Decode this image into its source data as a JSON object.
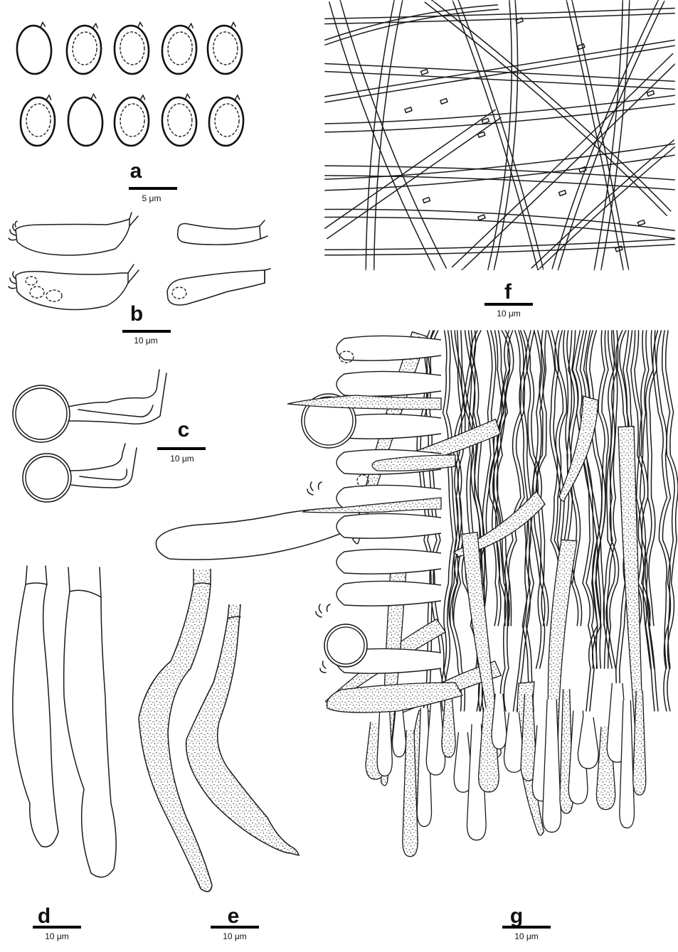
{
  "panels": [
    {
      "id": "a",
      "letter": "a",
      "scale": "5 μm"
    },
    {
      "id": "b",
      "letter": "b",
      "scale": "10 μm"
    },
    {
      "id": "c",
      "letter": "c",
      "scale": "10 μm"
    },
    {
      "id": "d",
      "letter": "d",
      "scale": "10 μm"
    },
    {
      "id": "e",
      "letter": "e",
      "scale": "10 μm"
    },
    {
      "id": "f",
      "letter": "f",
      "scale": "10 μm"
    },
    {
      "id": "g",
      "letter": "g",
      "scale": "10 μm"
    }
  ]
}
